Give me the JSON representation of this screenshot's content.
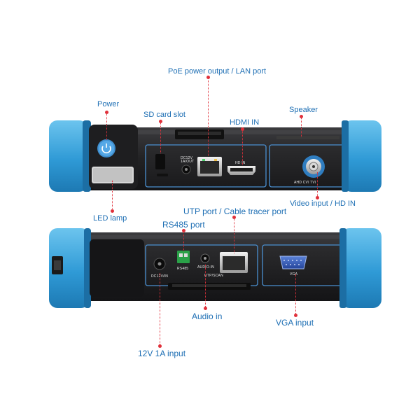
{
  "labels": {
    "poe_port": "PoE power output / LAN port",
    "power": "Power",
    "sd_card_slot": "SD card slot",
    "hdmi_in": "HDMI IN",
    "speaker": "Speaker",
    "led_lamp": "LED lamp",
    "video_input": "Video input / HD IN",
    "utp_port": "UTP port / Cable tracer port",
    "rs485_port": "RS485 port",
    "audio_in": "Audio in",
    "vga_input": "VGA input",
    "dc_input": "12V 1A input"
  },
  "panel_text": {
    "top_dc": "DC12V\n1A/OUT",
    "top_hd_in": "HD IN",
    "top_ahd": "AHD CVI TVI",
    "bot_dc": "DC12V/IN",
    "bot_rs485": "RS485",
    "bot_audio": "AUDIO-IN",
    "bot_utp": "UTP/SCAN",
    "bot_vga": "VGA"
  },
  "colors": {
    "label_blue": "#1e6fb4",
    "bumper_blue": "#3aa0d8",
    "body_dark": "#2a2a2c",
    "leader_red": "#e0303a"
  }
}
